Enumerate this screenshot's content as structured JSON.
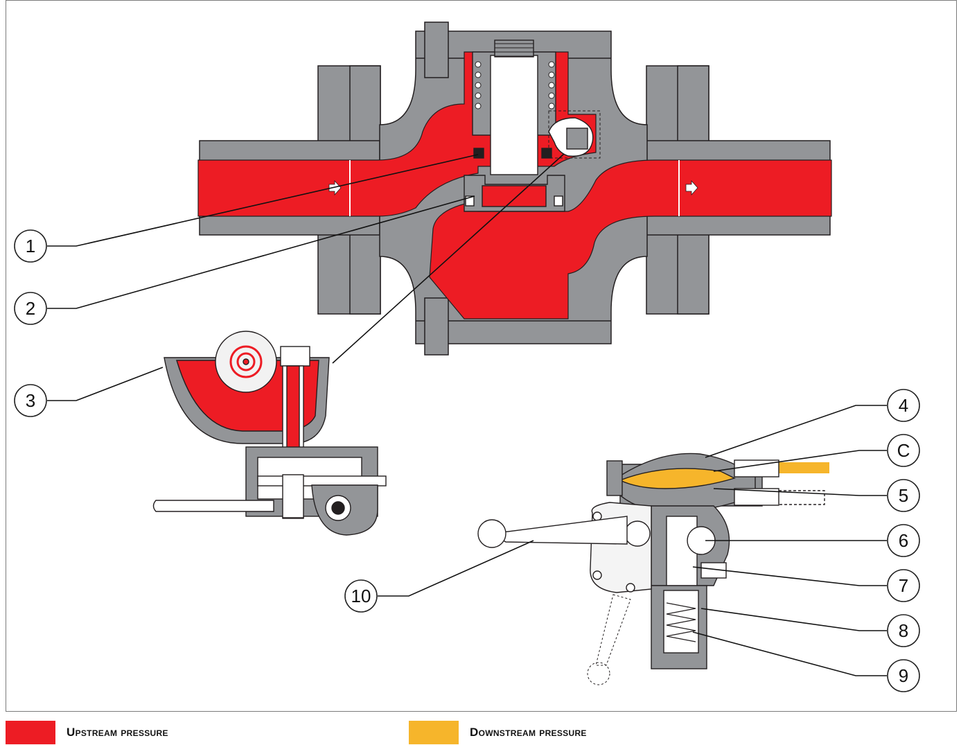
{
  "colors": {
    "upstream": "#ed1c24",
    "downstream": "#f6b52b",
    "body": "#939598",
    "line": "#231f20"
  },
  "callouts": [
    {
      "id": "1",
      "label": "1"
    },
    {
      "id": "2",
      "label": "2"
    },
    {
      "id": "3",
      "label": "3"
    },
    {
      "id": "4",
      "label": "4"
    },
    {
      "id": "C",
      "label": "C"
    },
    {
      "id": "5",
      "label": "5"
    },
    {
      "id": "6",
      "label": "6"
    },
    {
      "id": "7",
      "label": "7"
    },
    {
      "id": "8",
      "label": "8"
    },
    {
      "id": "9",
      "label": "9"
    },
    {
      "id": "10",
      "label": "10"
    }
  ],
  "legend": {
    "upstream_label": "Upstream pressure",
    "downstream_label": "Downstream pressure"
  }
}
